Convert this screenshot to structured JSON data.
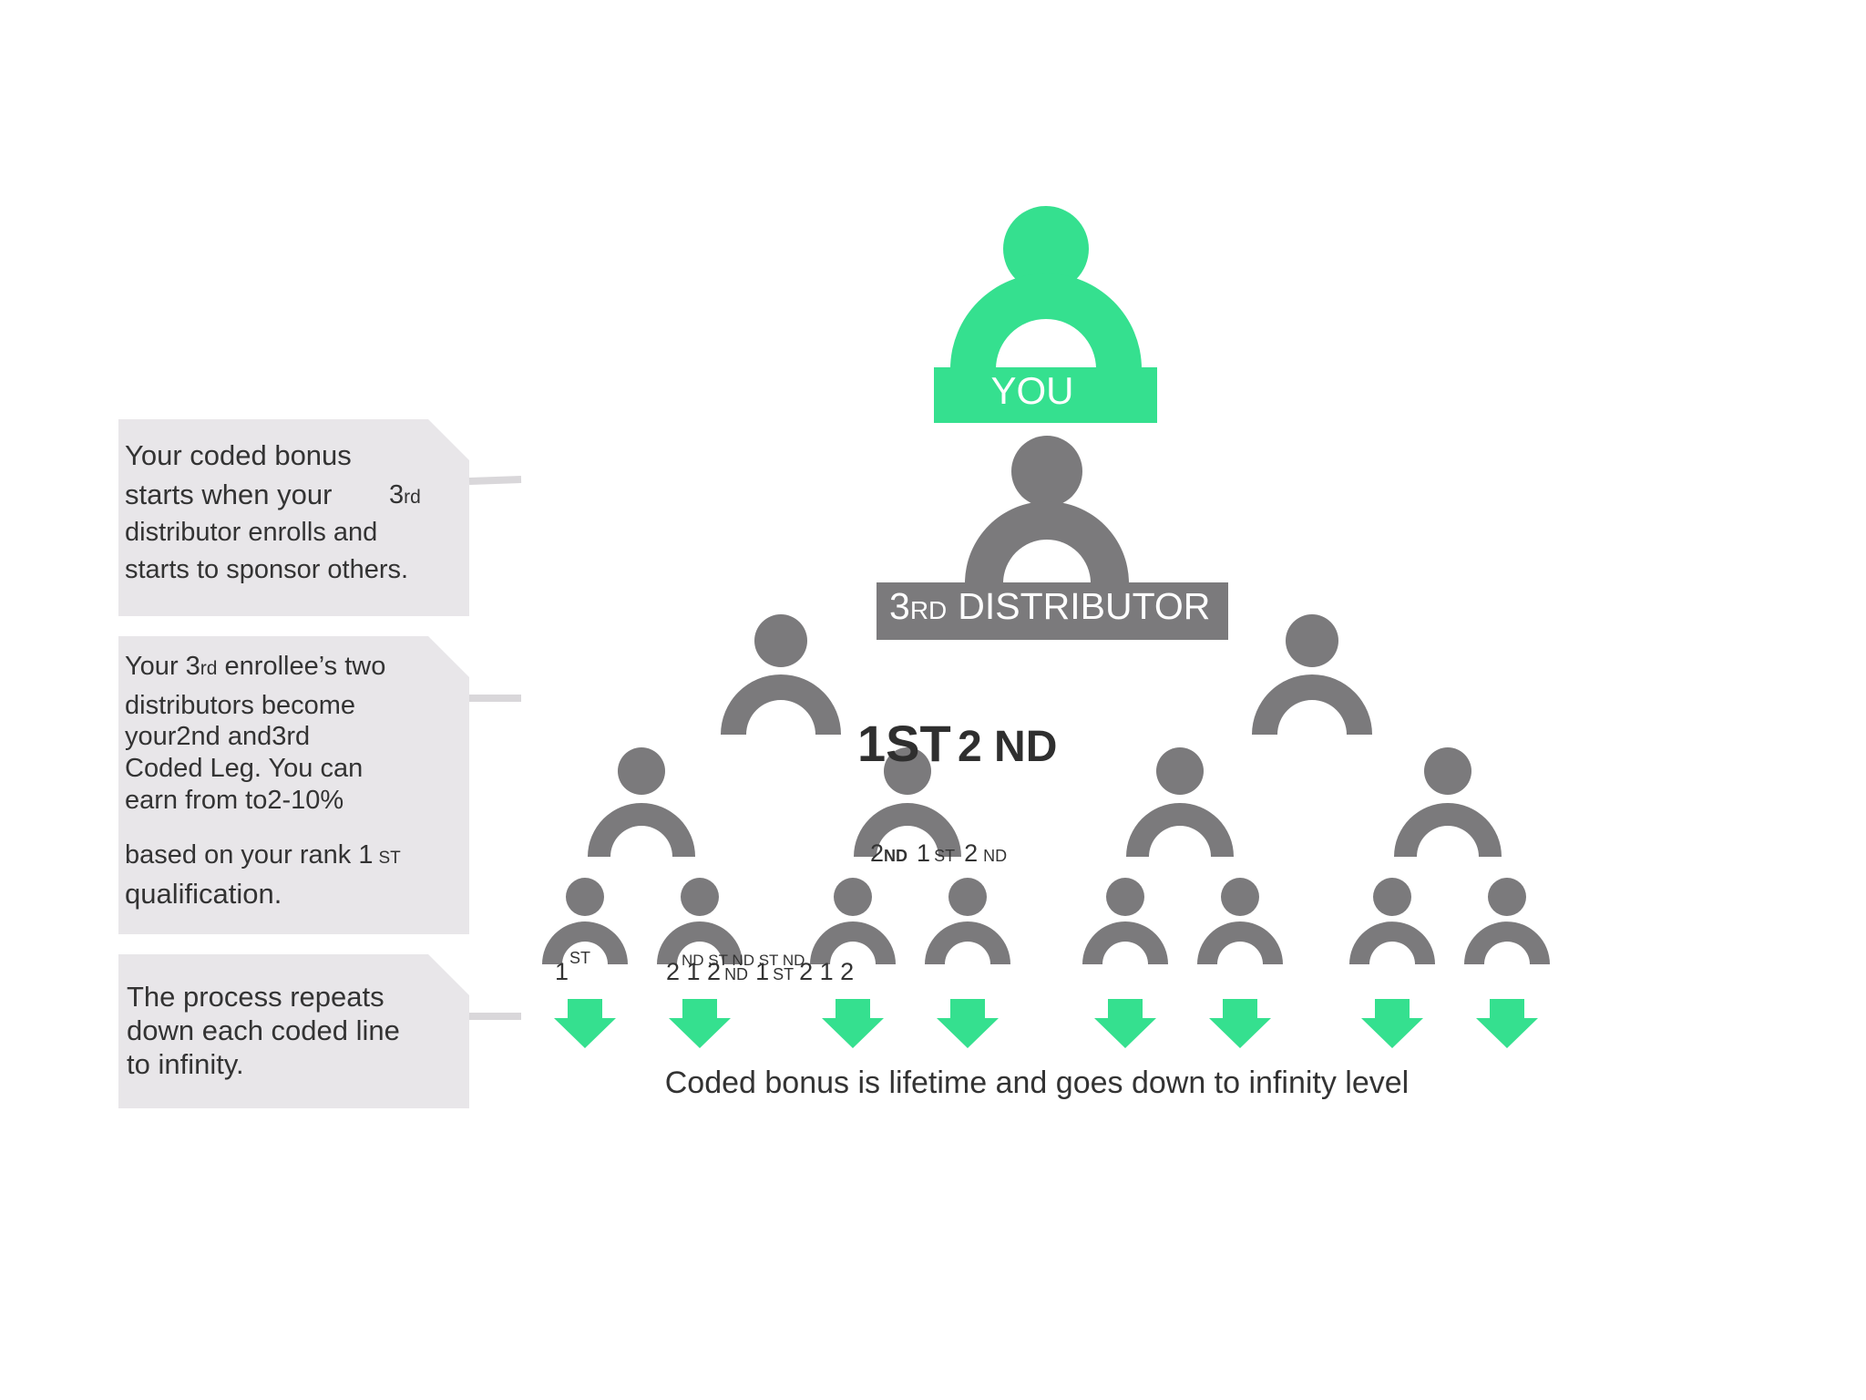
{
  "colors": {
    "accent_green": "#35E08F",
    "person_gray": "#7B7A7C",
    "callout_bg": "#E8E6E9",
    "connector": "#D9D7DA",
    "text_dark": "#333333"
  },
  "icons": {
    "person": "person-icon",
    "arrow": "arrow-down-icon"
  },
  "top_person": {
    "label": "YOU"
  },
  "third_distributor": {
    "ordinal": "3",
    "suffix": "RD",
    "label": "DISTRIBUTOR"
  },
  "leg_heading": {
    "first": "1ST",
    "second": "2 ND"
  },
  "level2_label": {
    "a_num": "2",
    "a_suf": "ND",
    "b_num": "1",
    "b_suf": "ST",
    "c_num": "2",
    "c_suf": "ND"
  },
  "level3_labels": {
    "first_num": "1",
    "first_suf": "ST",
    "overlap_top": "ND ST ND ST ND",
    "row_a": "2 1 2",
    "row_b": "ND",
    "row_c": "1",
    "row_d": "ST",
    "row_e": "2 1 2"
  },
  "callouts": [
    {
      "line1": "Your coded bonus",
      "line2": "starts when your",
      "sup_num": "3",
      "sup_suf": "rd",
      "line3": "distributor enrolls and",
      "line4": "starts to sponsor others."
    },
    {
      "l1_pre": "Your ",
      "l1_num": "3",
      "l1_suf": "rd",
      "l1_post": " enrollee’s two",
      "line2": "distributors become",
      "line3": "your2nd and3rd",
      "line4": "Coded Leg. You can",
      "line5": "earn from to2-10%",
      "line6": "based on your rank 1",
      "line6_suf": "ST",
      "line7": "qualification."
    },
    {
      "line1": "The process repeats",
      "line2": "down each coded line",
      "line3": "to infinity."
    }
  ],
  "footer_caption": "Coded bonus is lifetime and goes down to infinity level"
}
